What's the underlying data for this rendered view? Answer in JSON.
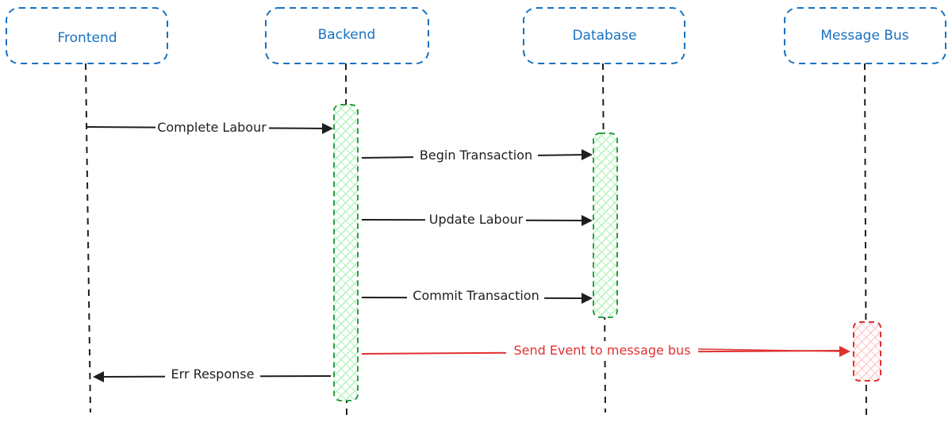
{
  "colors": {
    "participant_stroke": "#1971c2",
    "participant_text": "#1971c2",
    "lifeline": "#1e1e1e",
    "message": "#1e1e1e",
    "activation_green": "#2f9e44",
    "activation_green_fill": "#b2f2bb",
    "activation_red": "#e03131",
    "activation_red_fill": "#ffc9c9",
    "error_message": "#e03131"
  },
  "participants": [
    {
      "id": "frontend",
      "label": "Frontend"
    },
    {
      "id": "backend",
      "label": "Backend"
    },
    {
      "id": "database",
      "label": "Database"
    },
    {
      "id": "message_bus",
      "label": "Message Bus"
    }
  ],
  "messages": [
    {
      "from": "frontend",
      "to": "backend",
      "label": "Complete Labour"
    },
    {
      "from": "backend",
      "to": "database",
      "label": "Begin Transaction"
    },
    {
      "from": "backend",
      "to": "database",
      "label": "Update Labour"
    },
    {
      "from": "backend",
      "to": "database",
      "label": "Commit Transaction"
    },
    {
      "from": "backend",
      "to": "message_bus",
      "label": "Send Event to message bus",
      "status": "error"
    },
    {
      "from": "backend",
      "to": "frontend",
      "label": "Err Response"
    }
  ]
}
